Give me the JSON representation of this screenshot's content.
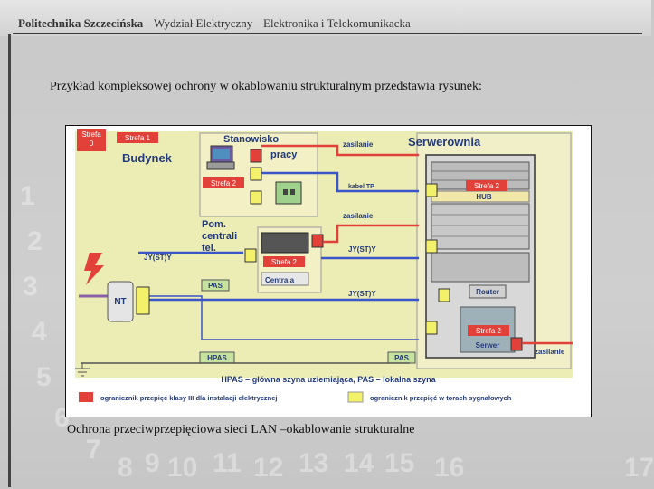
{
  "header": {
    "university": "Politechnika Szczecińska",
    "faculty": "Wydział Elektryczny",
    "department": "Elektronika i Telekomunikacka"
  },
  "intro_text": "Przykład kompleksowej ochrony w okablowaniu strukturalnym przedstawia rysunek:",
  "diagram": {
    "strefa0": "Strefa",
    "strefa0_num": "0",
    "strefa1": "Strefa 1",
    "budynek": "Budynek",
    "stanowisko_line1": "Stanowisko",
    "stanowisko_line2": "pracy",
    "strefa2_a": "Strefa 2",
    "zasilanie_1": "zasilanie",
    "kabel_tp": "kabel TP",
    "zasilanie_2": "zasilanie",
    "serwerownia": "Serwerownia",
    "strefa2_hub": "Strefa 2",
    "hub": "HUB",
    "pom_line1": "Pom.",
    "pom_line2": "centrali",
    "pom_line3": "tel.",
    "strefa2_c": "Strefa 2",
    "centrala": "Centrala",
    "jysty_1": "JY(ST)Y",
    "jysty_2": "JY(ST)Y",
    "jysty_3": "JY(ST)Y",
    "nt": "NT",
    "pas_1": "PAS",
    "pas_2": "PAS",
    "hpas": "HPAS",
    "router": "Router",
    "strefa2_s": "Strefa 2",
    "serwer": "Serwer",
    "zasilanie_3": "zasilanie",
    "legend_main": "HPAS – główna szyna uziemiająca, PAS – lokalna szyna",
    "legend_red": "ogranicznik przepięć klasy III dla instalacji elektrycznej",
    "legend_yellow": "ogranicznik przepięć w torach sygnałowych"
  },
  "caption": "Ochrona przeciwprzepięciowa sieci LAN –okablowanie strukturalne",
  "watermark": [
    "1",
    "2",
    "3",
    "4",
    "5",
    "6",
    "7",
    "8",
    "9",
    "10",
    "11",
    "12",
    "13",
    "14",
    "15",
    "16",
    "17"
  ],
  "colors": {
    "zone_bg": "#ececb5",
    "red_zone": "#e2413a",
    "yellow_protector": "#f3f06a",
    "green_bar": "#c7e29f",
    "blue_cable": "#3a55c8",
    "purple_cable": "#8a5fa8"
  }
}
